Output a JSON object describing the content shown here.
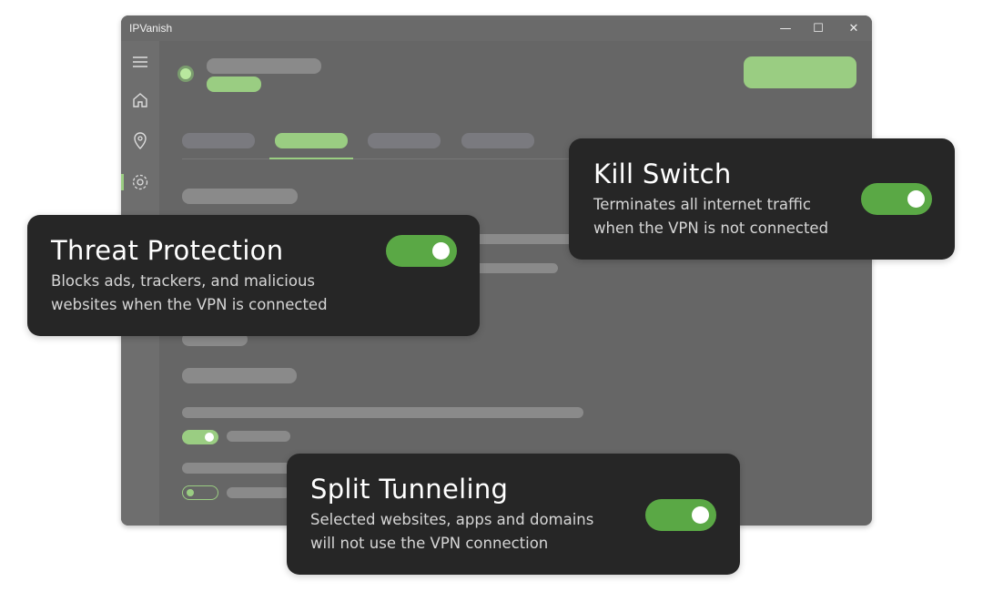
{
  "app": {
    "title": "IPVanish",
    "controls": {
      "minimize": "—",
      "maximize": "☐",
      "close": "✕"
    }
  },
  "cards": {
    "threat": {
      "title": "Threat Protection",
      "desc1": "Blocks ads, trackers, and malicious",
      "desc2": "websites when the VPN is connected",
      "enabled": true
    },
    "kill": {
      "title": "Kill Switch",
      "desc1": "Terminates all internet traffic",
      "desc2": "when the VPN is not connected",
      "enabled": true
    },
    "split": {
      "title": "Split Tunneling",
      "desc1": "Selected websites, apps and domains",
      "desc2": "will not use the VPN connection",
      "enabled": true
    }
  },
  "colors": {
    "accent": "#5aa845",
    "light_accent": "#9acd82",
    "card": "#262626"
  }
}
